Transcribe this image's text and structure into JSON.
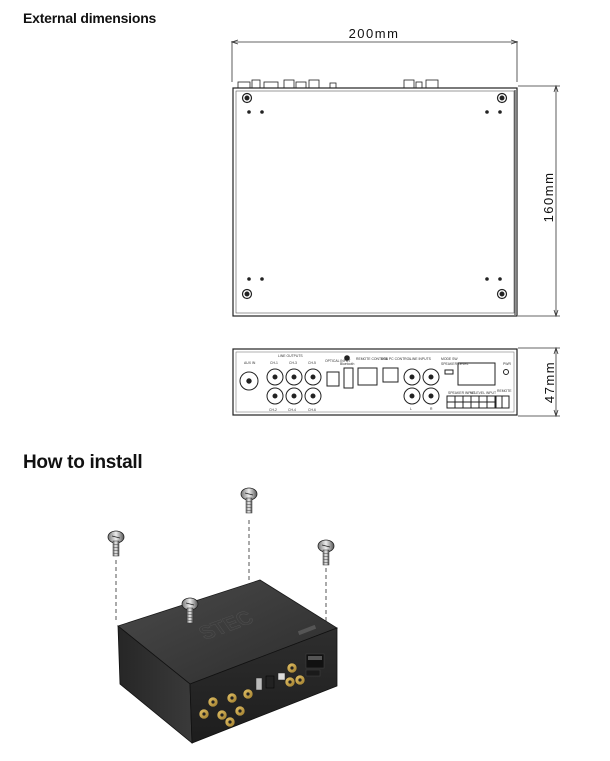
{
  "sections": {
    "external_dimensions": "External dimensions",
    "how_to_install": "How to install"
  },
  "dimensions": {
    "width": "200mm",
    "depth": "160mm",
    "height": "47mm"
  },
  "panel_labels": {
    "aux_in": "AUX IN",
    "line_outputs": "LINE OUTPUTS",
    "ch1": "CH-1",
    "ch2": "CH-2",
    "ch3": "CH-3",
    "ch4": "CH-4",
    "ch5": "CH-5",
    "ch6": "CH-6",
    "optical_input": "OPTICAL INPUT",
    "bluetooth": "Bluetooth",
    "remote_control": "REMOTE CONTROL",
    "usb_pc_control": "USB PC CONTROL",
    "line_inputs": "LINE INPUTS",
    "line_l": "L",
    "line_r": "R",
    "mode_sw": "MODE SW",
    "speaker_level": "SPEAKER LEVEL",
    "pwr": "PWR",
    "speaker_input": "SPEAKER INPUT",
    "hi_level_input": "HI-LEVEL INPUT",
    "remote": "REMOTE"
  },
  "device_brand": "STEC"
}
